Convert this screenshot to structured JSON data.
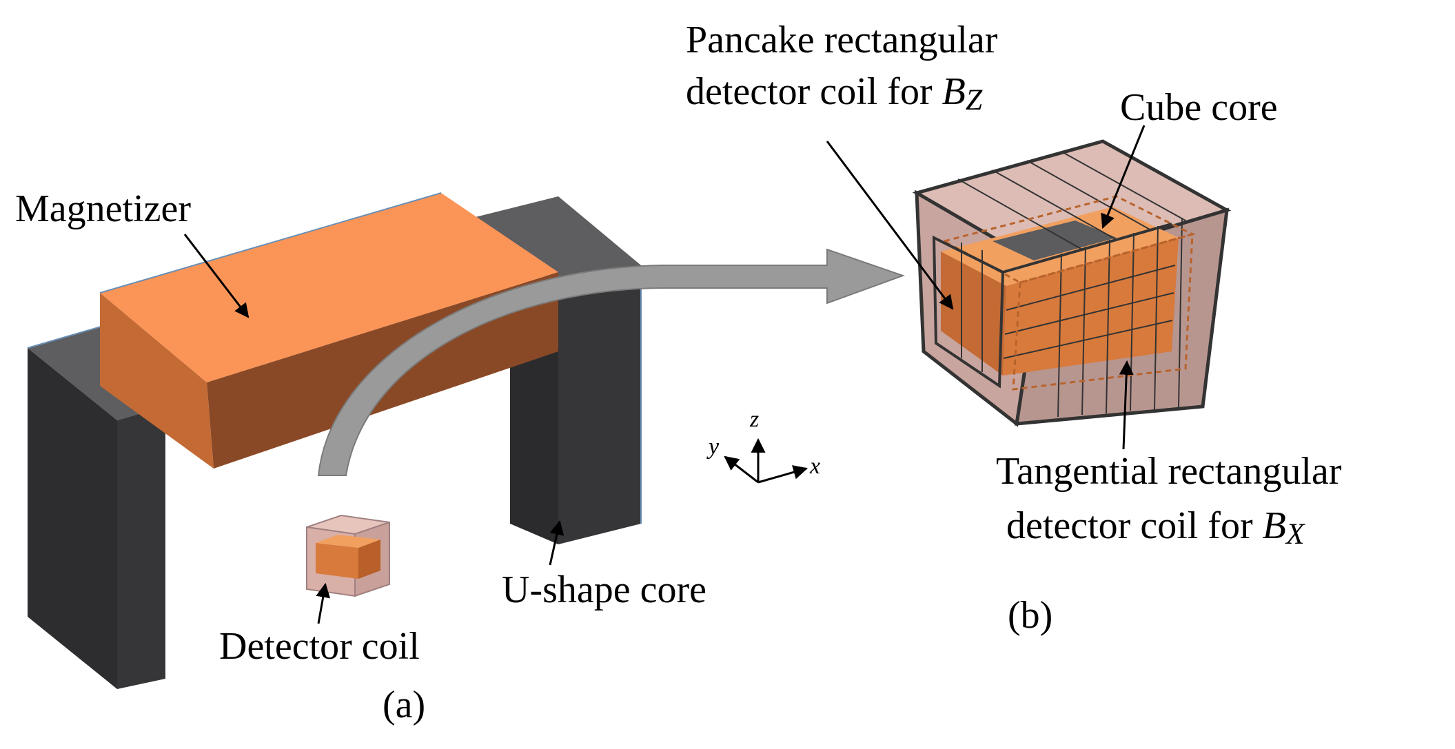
{
  "panel_a": {
    "caption": "(a)",
    "labels": {
      "magnetizer": "Magnetizer",
      "detector_coil": "Detector coil",
      "u_shape_core": "U-shape core"
    }
  },
  "panel_b": {
    "caption": "(b)",
    "labels": {
      "pancake_line1": "Pancake rectangular",
      "pancake_line2": "detector coil for",
      "pancake_symbol": "B",
      "pancake_subscript": "Z",
      "cube_core": "Cube core",
      "tangential_line1": "Tangential rectangular",
      "tangential_line2": "detector coil for",
      "tangential_symbol": "B",
      "tangential_subscript": "X"
    }
  },
  "axes": {
    "x": "x",
    "y": "y",
    "z": "z"
  },
  "colors": {
    "magnetizer_top": "#fb9557",
    "magnetizer_front": "#8a4926",
    "magnetizer_side": "#c46a34",
    "core_dark": "#363638",
    "core_top": "#5e5e61",
    "arrow_fill": "#9a9a9a",
    "coil_box": "#c9a09a",
    "coil_inner": "#d77a3c"
  }
}
